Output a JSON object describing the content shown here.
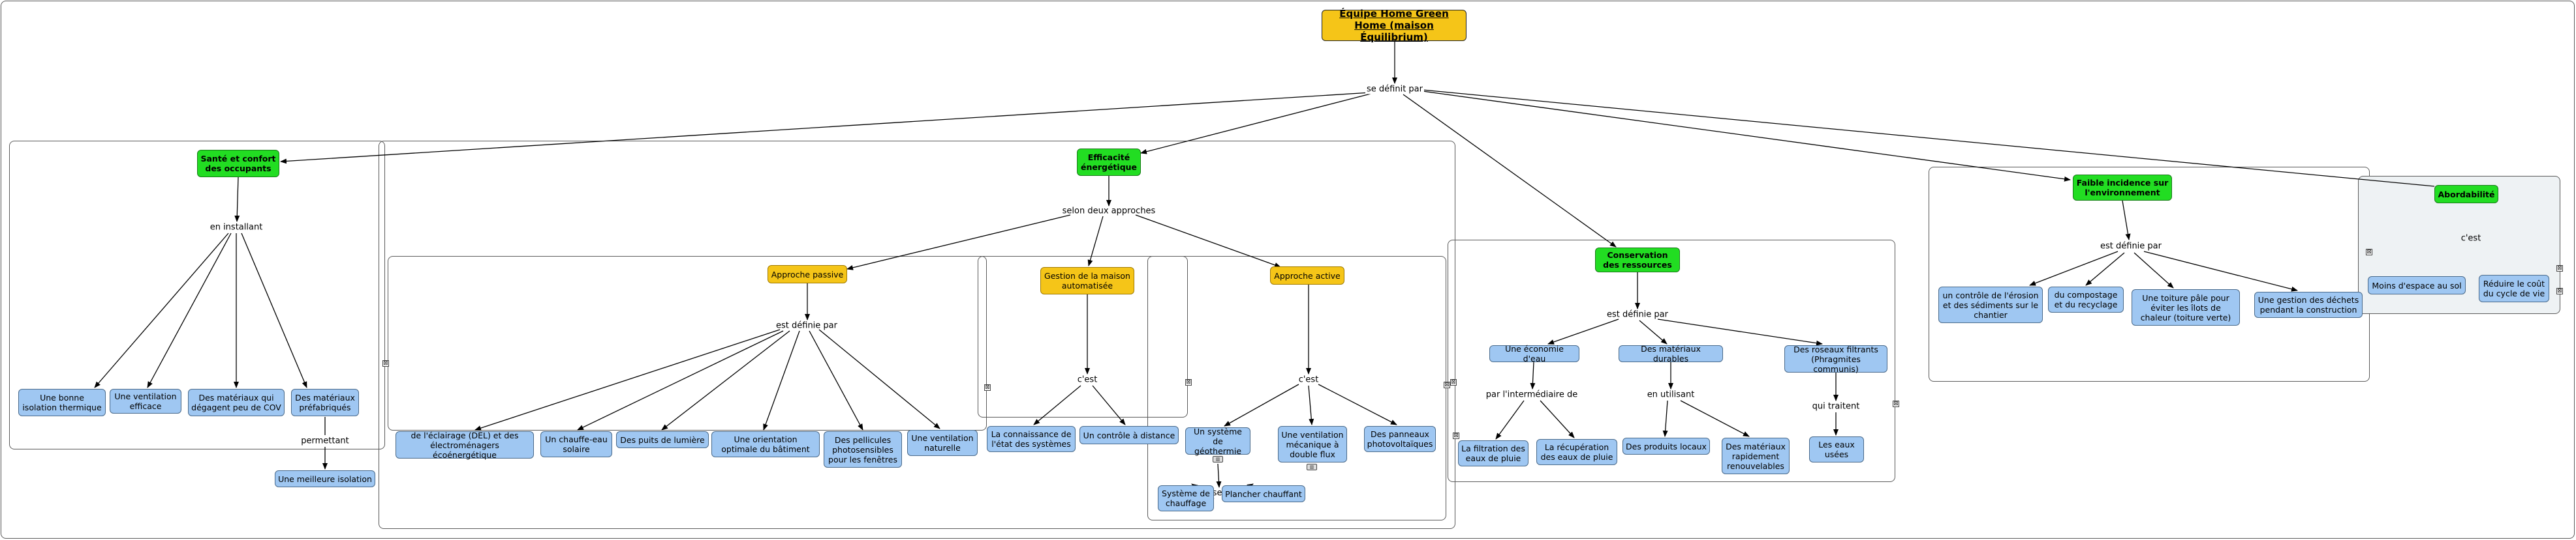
{
  "root": "Équipe Home Green Home (maison Équilibrium)",
  "root_link": "se définit par",
  "sante": {
    "title": "Santé et confort des occupants",
    "link": "en installant",
    "items": [
      "Une bonne isolation thermique",
      "Une ventilation efficace",
      "Des matériaux qui dégagent peu de COV",
      "Des matériaux préfabriqués"
    ],
    "link2": "permettant",
    "result": "Une meilleure isolation"
  },
  "efficacite": {
    "title": "Efficacité énergétique",
    "link": "selon deux approches",
    "passive": {
      "title": "Approche passive",
      "link": "est définie par",
      "items": [
        "de l'éclairage (DEL) et des électroménagers écoénergétique",
        "Un chauffe-eau solaire",
        "Des puits de lumière",
        "Une orientation optimale du bâtiment",
        "Des pellicules photosensibles pour les fenêtres",
        "Une ventilation naturelle"
      ]
    },
    "gestion": {
      "title": "Gestion de la maison automatisée",
      "link": "c'est",
      "items": [
        "La connaissance de l'état des systèmes",
        "Un contrôle à distance"
      ]
    },
    "active": {
      "title": "Approche active",
      "link": "c'est",
      "items": [
        "Un système de géothermie",
        "Une ventilation mécanique à double flux",
        "Des panneaux photovoltaïques"
      ],
      "link2": "utilise pour",
      "sub": [
        "Système de chauffage",
        "Plancher chauffant"
      ]
    }
  },
  "conservation": {
    "title": "Conservation des ressources",
    "link": "est définie par",
    "eau": {
      "title": "Une économie d'eau",
      "link": "par l'intermédiaire de",
      "items": [
        "La filtration des eaux de pluie",
        "La récupération des eaux de pluie"
      ]
    },
    "materiaux": {
      "title": "Des matériaux durables",
      "link": "en utilisant",
      "items": [
        "Des produits locaux",
        "Des matériaux rapidement renouvelables"
      ]
    },
    "roseaux": {
      "title": "Des roseaux filtrants (Phragmites communis)",
      "link": "qui traitent",
      "items": [
        "Les eaux usées"
      ]
    }
  },
  "faible": {
    "title": "Faible incidence sur l'environnement",
    "link": "est définie par",
    "items": [
      "un contrôle de l'érosion et des sédiments sur le chantier",
      "du compostage et du recyclage",
      "Une toiture pâle pour éviter les îlots de chaleur (toiture verte)",
      "Une gestion des déchets pendant la construction"
    ]
  },
  "abordabilite": {
    "title": "Abordabilité",
    "link": "c'est",
    "items": [
      "Moins d'espace au sol",
      "Réduire le coût du cycle de vie"
    ]
  },
  "colors": {
    "root": "#f5c518",
    "main": "#22dd22",
    "approach": "#f5c518",
    "leaf": "#9fc7f2"
  }
}
